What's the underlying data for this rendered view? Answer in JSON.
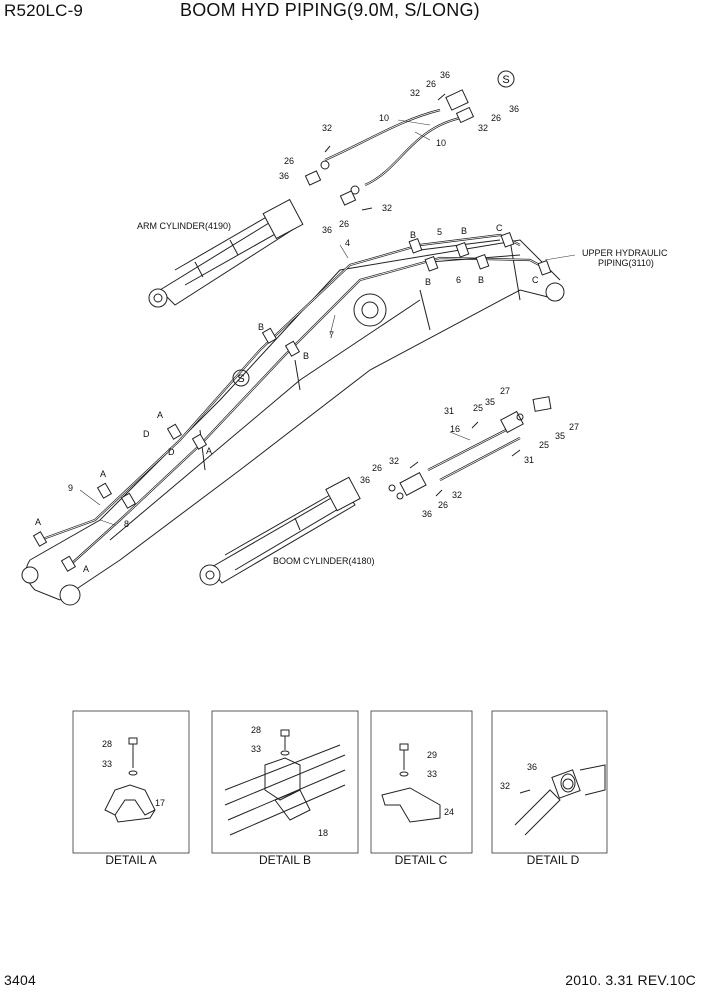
{
  "header": {
    "model": "R520LC-9",
    "title": "BOOM HYD PIPING(9.0M, S/LONG)"
  },
  "footer": {
    "page_number": "3404",
    "revision": "2010. 3.31  REV.10C"
  },
  "labels": {
    "arm_cylinder": "ARM CYLINDER(4190)",
    "boom_cylinder": "BOOM CYLINDER(4180)",
    "upper_hyd_1": "UPPER HYDRAULIC",
    "upper_hyd_2": "PIPING(3110)",
    "circle_s": "S"
  },
  "parts": {
    "p4": "4",
    "p5": "5",
    "p6": "6",
    "p7": "7",
    "p8": "8",
    "p9": "9",
    "p10": "10",
    "p16": "16",
    "p17": "17",
    "p18": "18",
    "p24": "24",
    "p25": "25",
    "p26": "26",
    "p27": "27",
    "p28": "28",
    "p29": "29",
    "p31": "31",
    "p32": "32",
    "p33": "33",
    "p35": "35",
    "p36": "36"
  },
  "refs": {
    "a": "A",
    "b": "B",
    "c": "C",
    "d": "D"
  },
  "details": [
    {
      "caption": "DETAIL  A"
    },
    {
      "caption": "DETAIL  B"
    },
    {
      "caption": "DETAIL  C"
    },
    {
      "caption": "DETAIL  D"
    }
  ]
}
